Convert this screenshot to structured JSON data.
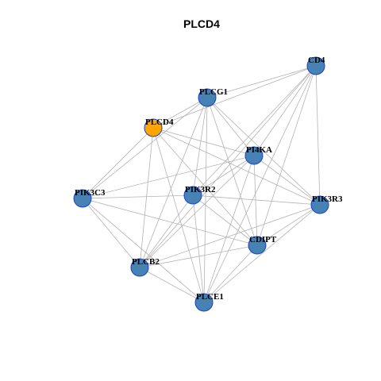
{
  "title": "PLCD4",
  "colors": {
    "node_fill": "#4682b4",
    "focus_fill": "#ffa500",
    "node_border": "#1a3fd6",
    "edge": "#b3b3b3"
  },
  "nodes": [
    {
      "id": "CD4",
      "focus": false
    },
    {
      "id": "PLCG1",
      "focus": false
    },
    {
      "id": "PLCD4",
      "focus": true
    },
    {
      "id": "PI4KA",
      "focus": false
    },
    {
      "id": "PIK3C3",
      "focus": false
    },
    {
      "id": "PIK3R2",
      "focus": false
    },
    {
      "id": "PIK3R3",
      "focus": false
    },
    {
      "id": "CDIPT",
      "focus": false
    },
    {
      "id": "PLCB2",
      "focus": false
    },
    {
      "id": "PLCE1",
      "focus": false
    }
  ],
  "edges": [
    [
      "CD4",
      "PLCG1"
    ],
    [
      "CD4",
      "PLCD4"
    ],
    [
      "CD4",
      "PI4KA"
    ],
    [
      "CD4",
      "PIK3R2"
    ],
    [
      "CD4",
      "PIK3R3"
    ],
    [
      "CD4",
      "CDIPT"
    ],
    [
      "CD4",
      "PLCB2"
    ],
    [
      "CD4",
      "PLCE1"
    ],
    [
      "PLCG1",
      "PLCD4"
    ],
    [
      "PLCG1",
      "PI4KA"
    ],
    [
      "PLCG1",
      "PIK3C3"
    ],
    [
      "PLCG1",
      "PIK3R2"
    ],
    [
      "PLCG1",
      "PIK3R3"
    ],
    [
      "PLCG1",
      "CDIPT"
    ],
    [
      "PLCG1",
      "PLCB2"
    ],
    [
      "PLCG1",
      "PLCE1"
    ],
    [
      "PLCD4",
      "PI4KA"
    ],
    [
      "PLCD4",
      "PIK3C3"
    ],
    [
      "PLCD4",
      "PIK3R3"
    ],
    [
      "PLCD4",
      "CDIPT"
    ],
    [
      "PLCD4",
      "PLCB2"
    ],
    [
      "PLCD4",
      "PLCE1"
    ],
    [
      "PI4KA",
      "PIK3C3"
    ],
    [
      "PI4KA",
      "PIK3R3"
    ],
    [
      "PI4KA",
      "CDIPT"
    ],
    [
      "PI4KA",
      "PLCB2"
    ],
    [
      "PI4KA",
      "PLCE1"
    ],
    [
      "PI4KA",
      "PIK3R2"
    ],
    [
      "PIK3C3",
      "PIK3R2"
    ],
    [
      "PIK3C3",
      "PLCB2"
    ],
    [
      "PIK3C3",
      "CDIPT"
    ],
    [
      "PIK3C3",
      "PLCE1"
    ],
    [
      "PIK3R2",
      "PIK3R3"
    ],
    [
      "PIK3R2",
      "PLCB2"
    ],
    [
      "PIK3R2",
      "CDIPT"
    ],
    [
      "PIK3R2",
      "PLCE1"
    ],
    [
      "PIK3R3",
      "CDIPT"
    ],
    [
      "PIK3R3",
      "PLCB2"
    ],
    [
      "PIK3R3",
      "PLCE1"
    ],
    [
      "CDIPT",
      "PLCB2"
    ],
    [
      "CDIPT",
      "PLCE1"
    ],
    [
      "PLCB2",
      "PLCE1"
    ]
  ]
}
